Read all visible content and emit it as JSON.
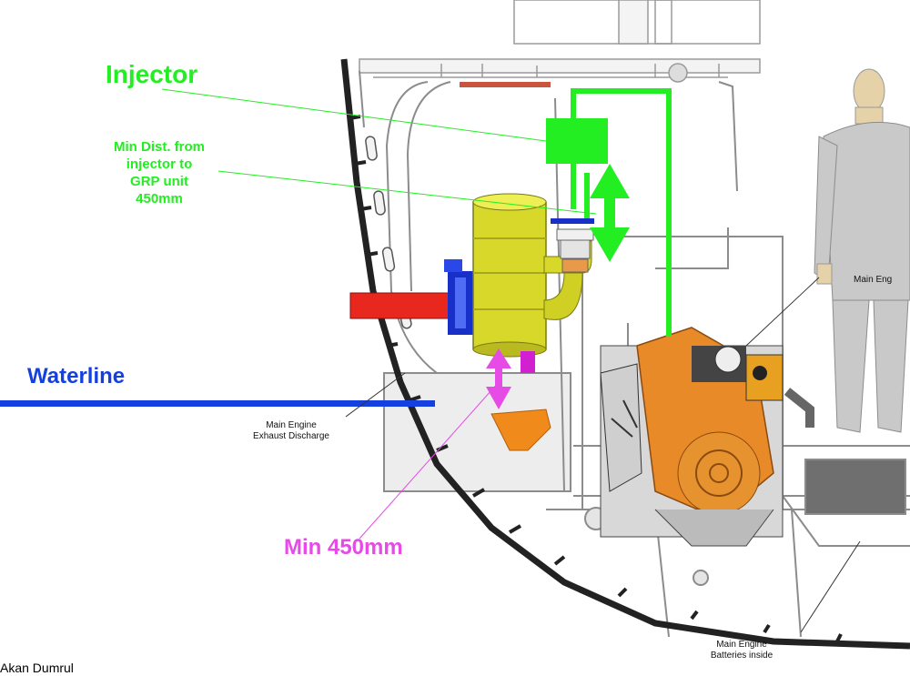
{
  "labels": {
    "injector": "Injector",
    "min_dist_lines": [
      "Min Dist. from",
      "injector to",
      "GRP unit",
      "450mm"
    ],
    "waterline": "Waterline",
    "exhaust_lines": [
      "Main Engine",
      "Exhaust Discharge"
    ],
    "min_450": "Min 450mm",
    "main_eng": "Main Eng",
    "batteries_lines": [
      "Main Engine",
      "Batteries inside"
    ]
  },
  "credit": "Akan Dumrul",
  "colors": {
    "injector_green": "#22ee22",
    "waterline_blue": "#1540e0",
    "min_magenta": "#e64be6",
    "hull_dark": "#222222",
    "exhaust_red": "#e8281e",
    "silencer_yellow": "#d7d82a",
    "valve_blue": "#1830c8",
    "engine_orange": "#e98a28",
    "mannequin_grey": "#c9c9c9",
    "skin": "#e6d2a8"
  },
  "icons": [
    "injector-box",
    "double-arrow",
    "silencer-drum",
    "exhaust-pipe",
    "engine-block",
    "mannequin"
  ]
}
